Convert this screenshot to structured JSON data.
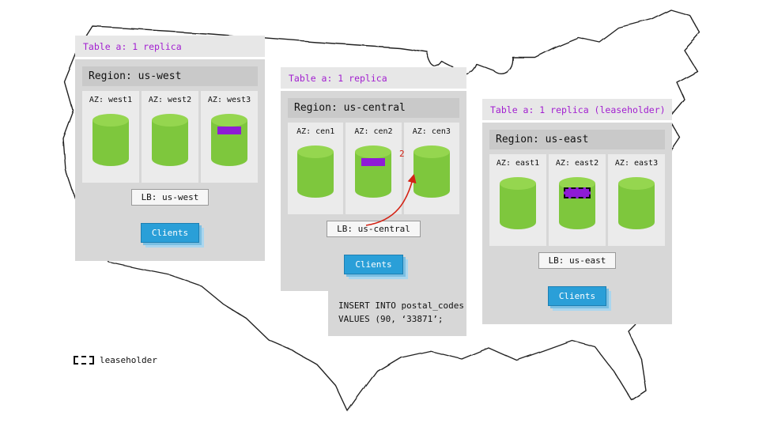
{
  "panels": [
    {
      "table_label": "Table a: 1 replica",
      "region_label": "Region: us-west",
      "azs": [
        {
          "label": "AZ: west1",
          "replica": false,
          "leaseholder": false
        },
        {
          "label": "AZ: west2",
          "replica": false,
          "leaseholder": false
        },
        {
          "label": "AZ: west3",
          "replica": true,
          "leaseholder": false
        }
      ],
      "lb_label": "LB: us-west",
      "clients_label": "Clients"
    },
    {
      "table_label": "Table a: 1 replica",
      "region_label": "Region: us-central",
      "azs": [
        {
          "label": "AZ: cen1",
          "replica": false,
          "leaseholder": false
        },
        {
          "label": "AZ: cen2",
          "replica": true,
          "leaseholder": false
        },
        {
          "label": "AZ: cen3",
          "replica": false,
          "leaseholder": false
        }
      ],
      "lb_label": "LB: us-central",
      "clients_label": "Clients",
      "arrow_label": "2"
    },
    {
      "table_label": "Table a: 1 replica (leaseholder)",
      "region_label": "Region: us-east",
      "azs": [
        {
          "label": "AZ: east1",
          "replica": false,
          "leaseholder": false
        },
        {
          "label": "AZ: east2",
          "replica": true,
          "leaseholder": true
        },
        {
          "label": "AZ: east3",
          "replica": false,
          "leaseholder": false
        }
      ],
      "lb_label": "LB: us-east",
      "clients_label": "Clients"
    }
  ],
  "sql_note": {
    "line1": "INSERT INTO postal_codes",
    "line2": "VALUES (90, ‘33871’;"
  },
  "legend": {
    "label": "leaseholder"
  },
  "colors": {
    "table_label_text": "#a21fd0",
    "replica_badge": "#8e1bd6",
    "cylinder_green": "#7ec73d",
    "clients_blue": "#2a9fd8",
    "arrow_red": "#d42315",
    "panel_gray": "#d7d7d7"
  }
}
